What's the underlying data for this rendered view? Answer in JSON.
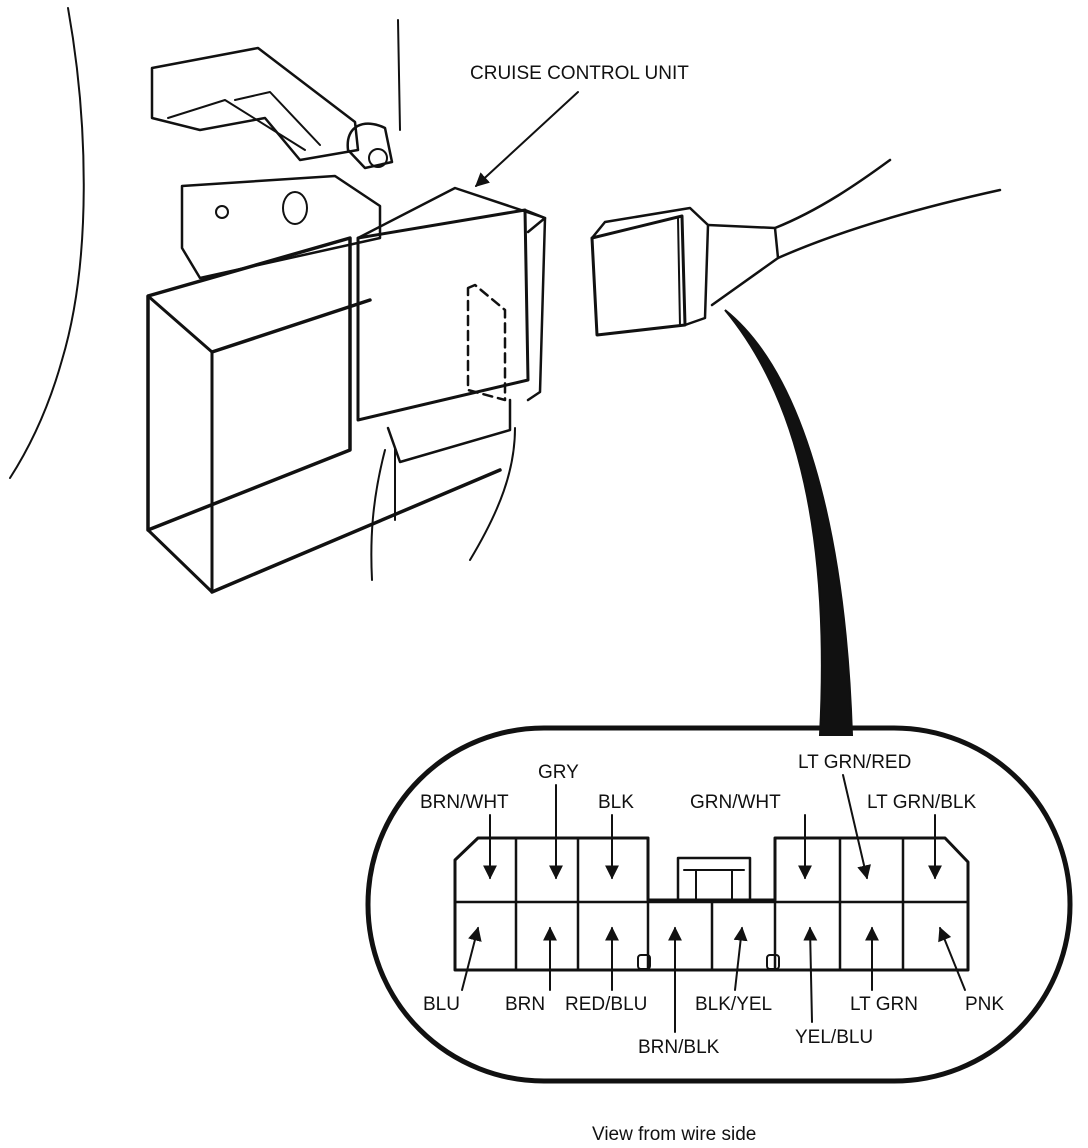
{
  "title_label": "CRUISE CONTROL UNIT",
  "caption": "View from wire side",
  "wire_labels": {
    "brn_wht": "BRN/WHT",
    "gry": "GRY",
    "blk": "BLK",
    "grn_wht": "GRN/WHT",
    "lt_grn_red": "LT GRN/RED",
    "lt_grn_blk": "LT GRN/BLK",
    "blu": "BLU",
    "brn": "BRN",
    "red_blu": "RED/BLU",
    "brn_blk": "BRN/BLK",
    "blk_yel": "BLK/YEL",
    "yel_blu": "YEL/BLU",
    "lt_grn": "LT GRN",
    "pnk": "PNK"
  }
}
